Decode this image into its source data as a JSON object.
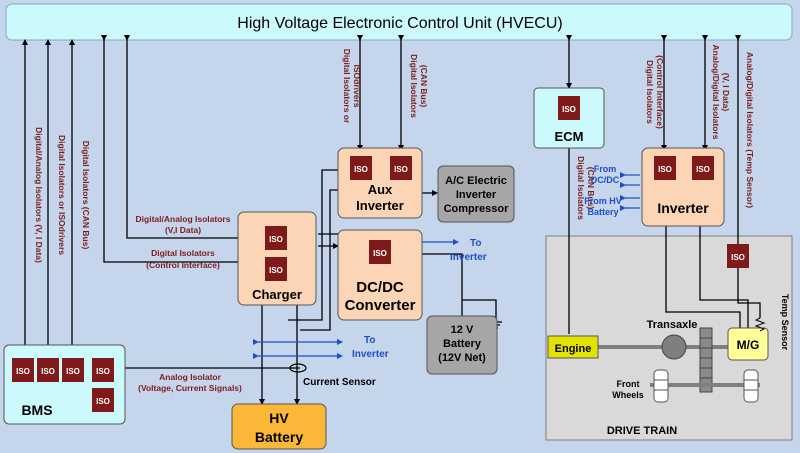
{
  "title": "High Voltage Electronic Control Unit (HVECU)",
  "iso": "ISO",
  "blocks": {
    "bms": "BMS",
    "charger": "Charger",
    "aux_inverter_1": "Aux",
    "aux_inverter_2": "Inverter",
    "dcdc_1": "DC/DC",
    "dcdc_2": "Converter",
    "ac_1": "A/C Electric",
    "ac_2": "Inverter",
    "ac_3": "Compressor",
    "battery12_1": "12 V",
    "battery12_2": "Battery",
    "battery12_3": "(12V Net)",
    "hv_1": "HV",
    "hv_2": "Battery",
    "ecm": "ECM",
    "inverter": "Inverter",
    "drive_train": "DRIVE TRAIN",
    "engine": "Engine",
    "mg": "M/G",
    "transaxle": "Transaxle",
    "front_1": "Front",
    "front_2": "Wheels"
  },
  "labels": {
    "v1": "Digital/Analog Isolators (V, I Data)",
    "v2": "Digital Isolators or ISOdrivers",
    "v3": "Digital Isolators (CAN Bus)",
    "v_aux_1": "Digital Isolators or",
    "v_aux_2": "ISOdrivers",
    "v_can_1": "Digital Isolators",
    "v_can_2": "(CAN Bus)",
    "v_ecm_1": "Digital Isolators",
    "v_ecm_2": "(CAN Bus)",
    "v_ctrl_1": "Digital Isolators",
    "v_ctrl_2": "(Control Interface)",
    "v_analog_1": "Analog/Digital Isolators",
    "v_analog_2": "(V, I Data)",
    "v_temp": "Analog/Digital Isolators (Temp Sensor)",
    "h_charger_1": "Digital/Analog Isolators",
    "h_charger_2": "(V,I Data)",
    "h_ctrl_1": "Digital Isolators",
    "h_ctrl_2": "(Control Interface)",
    "analog_iso_1": "Analog Isolator",
    "analog_iso_2": "(Voltage, Current Signals)",
    "current_sensor": "Current Sensor",
    "to_inverter_1a": "To",
    "to_inverter_1b": "Inverter",
    "to_inverter_2a": "To",
    "to_inverter_2b": "Inverter",
    "from_dcdc_1": "From",
    "from_dcdc_2": "DC/DC",
    "from_hv_1": "From HV",
    "from_hv_2": "Battery",
    "temp_sensor": "Temp Sensor"
  },
  "colors": {
    "background": "#c5d5ec",
    "orange_block": "#fbd5b5",
    "cyan_block": "#ccfafc",
    "grey_block": "#a6a6a6",
    "iso_fill": "#7f1a1a",
    "label_red": "#7b1d1d",
    "blue_text": "#1f4fc4",
    "hv_battery": "#fbb737",
    "engine": "#e2e200",
    "mg": "#ffff99",
    "drive_train_bg": "#d9d9d9"
  }
}
